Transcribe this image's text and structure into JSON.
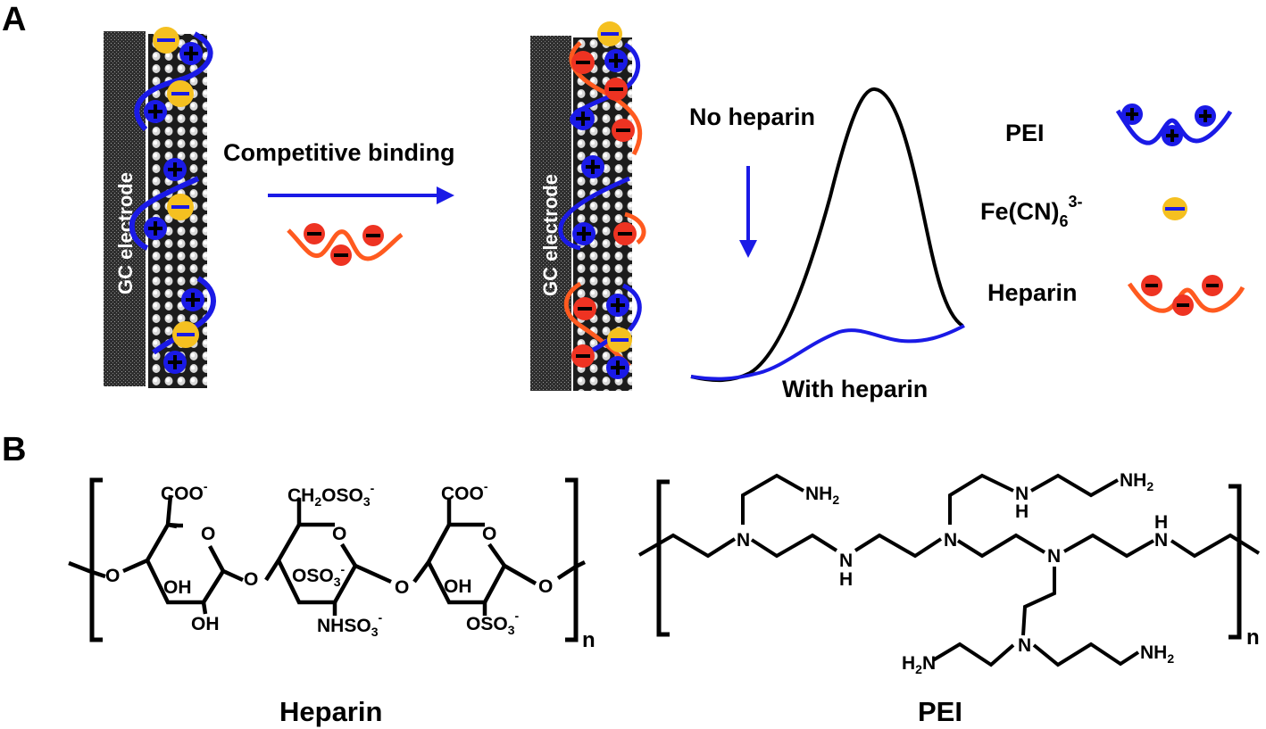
{
  "panel_a": {
    "label": "A",
    "electrode_left_label": "GC electrode",
    "electrode_right_label": "GC electrode",
    "arrow_label": "Competitive binding",
    "curve_labels": {
      "no_heparin": "No heparin",
      "with_heparin": "With heparin"
    },
    "legend": [
      {
        "label": "PEI",
        "icon": "pei-chain-positive-icon"
      },
      {
        "label_main": "Fe(CN)",
        "label_sub": "6",
        "label_sup": "3-",
        "icon": "ferricyanide-negative-icon"
      },
      {
        "label": "Heparin",
        "icon": "heparin-chain-negative-icon"
      }
    ],
    "colors": {
      "pei": "#1a1ae6",
      "heparin_chain": "#ff5a1f",
      "heparin_bead": "#ee3322",
      "ferricyanide": "#f5c020",
      "electrode": "#3a3a3a"
    }
  },
  "panel_b": {
    "label": "B",
    "heparin": {
      "name": "Heparin",
      "repeat": "n",
      "groups": {
        "coo1": "COO",
        "coo2": "COO",
        "minus": "-",
        "ch2oso3_a": "CH",
        "ch2oso3_b": "2",
        "ch2oso3_c": "OSO",
        "ch2oso3_d": "3",
        "oso3": "OSO",
        "sub3": "3",
        "nhso3": "NHSO",
        "oh": "OH",
        "o": "O"
      }
    },
    "pei": {
      "name": "PEI",
      "repeat": "n",
      "groups": {
        "n": "N",
        "h": "H",
        "nh2": "NH",
        "h2n_a": "H",
        "h2n_b": "N",
        "sub2": "2"
      }
    }
  }
}
